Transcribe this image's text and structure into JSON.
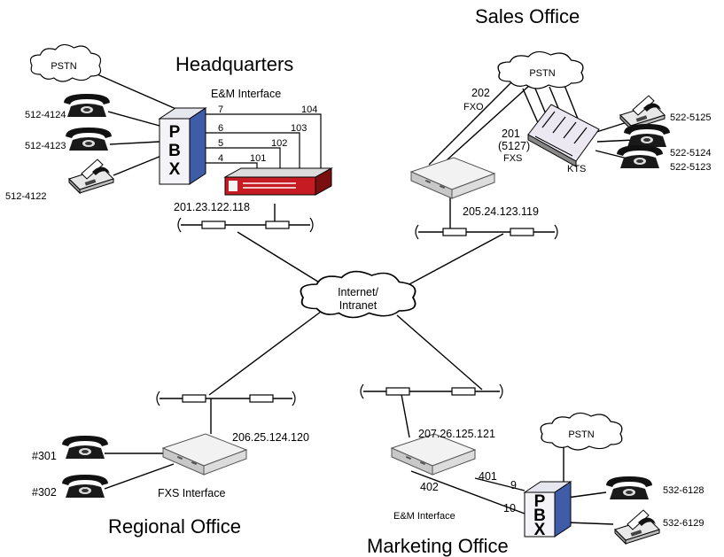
{
  "offices": {
    "headquarters": "Headquarters",
    "sales": "Sales Office",
    "regional": "Regional Office",
    "marketing": "Marketing Office"
  },
  "clouds": {
    "pstn": "PSTN",
    "internet_line1": "Internet/",
    "internet_line2": "Intranet"
  },
  "pbx": {
    "p": "P",
    "b": "B",
    "x": "X"
  },
  "ip_addresses": {
    "hq": "201.23.122.118",
    "sales": "205.24.123.119",
    "regional": "206.25.124.120",
    "marketing": "207.26.125.121"
  },
  "interfaces": {
    "hq_em": "E&M Interface",
    "regional_fxs": "FXS Interface",
    "marketing_em": "E&M Interface",
    "sales_fxo": "FXO",
    "sales_fxs": "FXS",
    "kts": "KTS"
  },
  "hq": {
    "phones": [
      "512-4124",
      "512-4123",
      "512-4122"
    ],
    "pbx_ports": [
      "7",
      "6",
      "5",
      "4"
    ],
    "gateway_ports": [
      "104",
      "103",
      "102",
      "101"
    ]
  },
  "sales": {
    "port_202": "202",
    "port_201": "201",
    "port_201_ext": "(5127)",
    "phones": [
      "522-5125",
      "522-5124",
      "522-5123"
    ]
  },
  "regional": {
    "phones": [
      "#301",
      "#302"
    ]
  },
  "marketing": {
    "gateway_ports": [
      "401",
      "402"
    ],
    "pbx_ports": [
      "9",
      "10"
    ],
    "phones": [
      "532-6128",
      "532-6129"
    ]
  }
}
